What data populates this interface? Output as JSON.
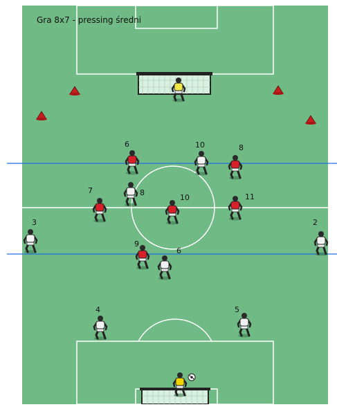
{
  "title": "Gra 8x7 - pressing średni",
  "colors": {
    "pitch": "#6fba85",
    "line": "#ffffff",
    "blue_line": "#1e6fe0",
    "team_red": "#d8202a",
    "team_white": "#f2f2f2",
    "goalkeeper_top": "#f3e84a",
    "goalkeeper_bottom": "#f2d200",
    "cone": "#c81e1e"
  },
  "players": [
    {
      "team": "red",
      "number": "6"
    },
    {
      "team": "white",
      "number": "10"
    },
    {
      "team": "red",
      "number": "8"
    },
    {
      "team": "red",
      "number": "7"
    },
    {
      "team": "white",
      "number": "8"
    },
    {
      "team": "red",
      "number": "10"
    },
    {
      "team": "red",
      "number": "11"
    },
    {
      "team": "white",
      "number": "3"
    },
    {
      "team": "white",
      "number": "2"
    },
    {
      "team": "red",
      "number": "9"
    },
    {
      "team": "white",
      "number": "6"
    },
    {
      "team": "white",
      "number": "4"
    },
    {
      "team": "white",
      "number": "5"
    }
  ],
  "goalkeepers": [
    {
      "position": "top"
    },
    {
      "position": "bottom"
    }
  ],
  "cones_count": 4
}
